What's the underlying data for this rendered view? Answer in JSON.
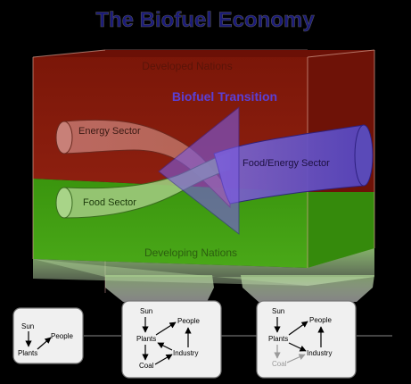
{
  "title": "The Biofuel Economy",
  "regions": {
    "developed": "Developed Nations",
    "developing": "Developing Nations"
  },
  "transition_label": "Biofuel Transition",
  "sectors": {
    "energy": "Energy Sector",
    "food": "Food Sector",
    "combined": "Food/Energy Sector"
  },
  "panels": [
    {
      "sun": "Sun",
      "plants": "Plants",
      "people": "People"
    },
    {
      "sun": "Sun",
      "plants": "Plants",
      "people": "People",
      "coal": "Coal",
      "industry": "Industry"
    },
    {
      "sun": "Sun",
      "plants": "Plants",
      "people": "People",
      "coal": "Coal",
      "industry": "Industry"
    }
  ],
  "colors": {
    "developed": "#8b1c0c",
    "developing": "#3f9a10",
    "title": "#1a1a7a",
    "transition": "#5a3fd6"
  }
}
